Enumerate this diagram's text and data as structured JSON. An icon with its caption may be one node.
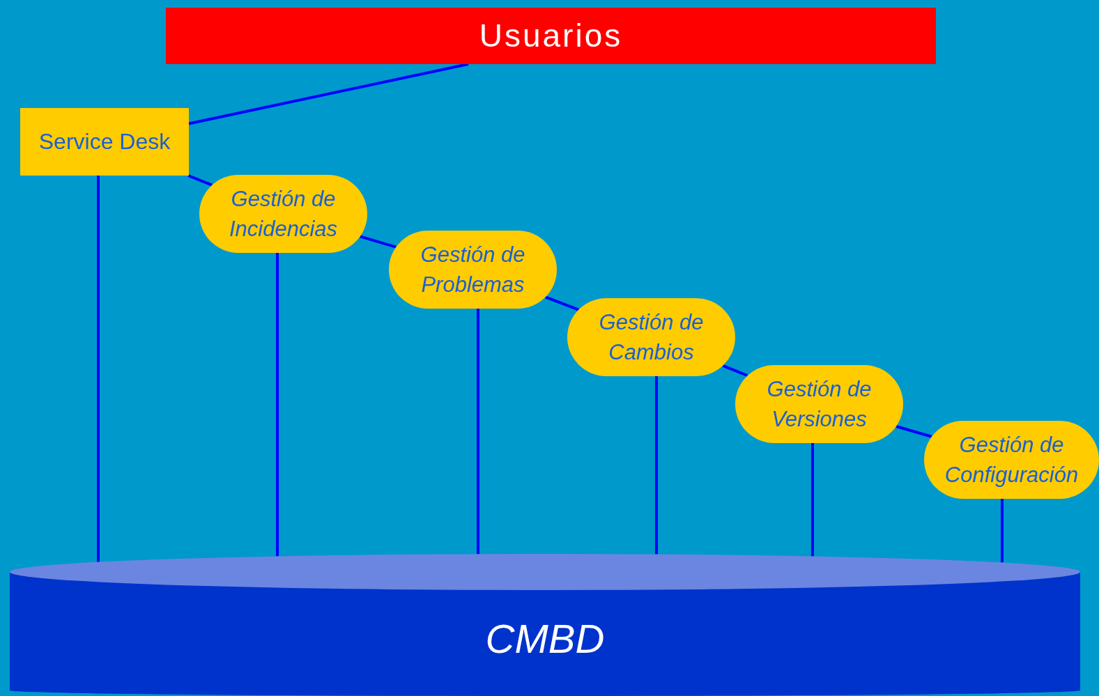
{
  "diagram": {
    "nodes": [
      {
        "text": [
          "Usuarios"
        ]
      },
      {
        "text": [
          "Service Desk"
        ]
      },
      {
        "text": [
          "Gestión de Incidencias"
        ]
      },
      {
        "text": [
          "Gestión de Problemas"
        ]
      },
      {
        "text": [
          "Gestión de Cambios"
        ]
      },
      {
        "text": [
          "Gestión de Versiones"
        ]
      },
      {
        "text": [
          "Gestión de Configuración"
        ]
      },
      {
        "text": [
          "CMBD"
        ]
      }
    ],
    "edges": [
      {
        "from": 0,
        "to": 1,
        "arrow": "none"
      },
      {
        "from": 1,
        "to": 2,
        "arrow": "none"
      },
      {
        "from": 2,
        "to": 3,
        "arrow": "none"
      },
      {
        "from": 3,
        "to": 4,
        "arrow": "none"
      },
      {
        "from": 4,
        "to": 5,
        "arrow": "none"
      },
      {
        "from": 5,
        "to": 6,
        "arrow": "none"
      },
      {
        "from": 1,
        "to": 7,
        "arrow": "none"
      },
      {
        "from": 2,
        "to": 7,
        "arrow": "none"
      },
      {
        "from": 3,
        "to": 7,
        "arrow": "none"
      },
      {
        "from": 4,
        "to": 7,
        "arrow": "none"
      },
      {
        "from": 5,
        "to": 7,
        "arrow": "none"
      },
      {
        "from": 6,
        "to": 7,
        "arrow": "none"
      }
    ]
  }
}
